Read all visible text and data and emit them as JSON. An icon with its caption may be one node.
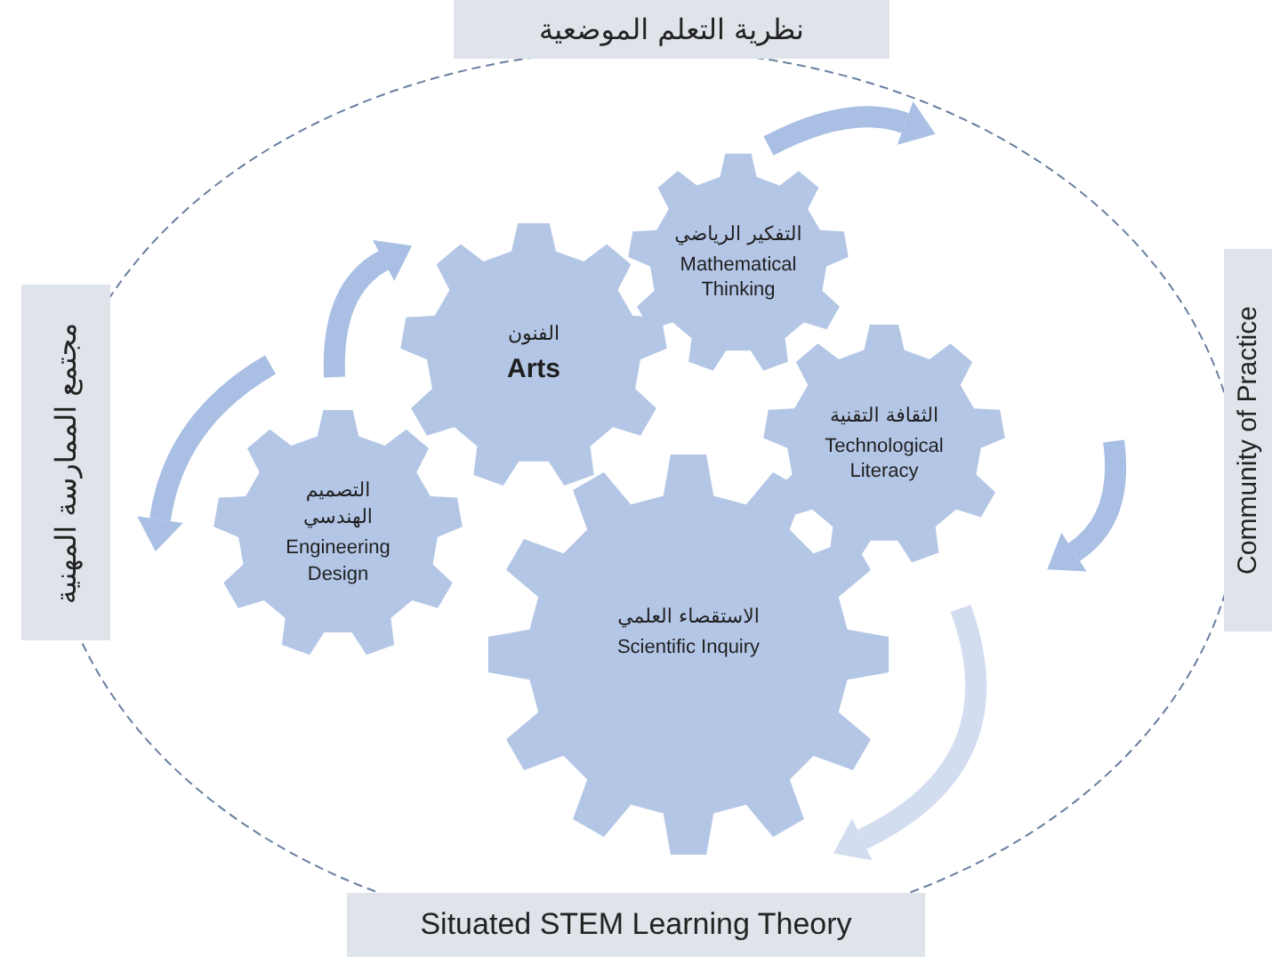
{
  "diagram": {
    "nodes": [
      {
        "text": [
          "نظرية التعلم الموضعية"
        ]
      },
      {
        "text": [
          "مجتمع الممارسة المهنية"
        ]
      },
      {
        "text": [
          "Community of Practice"
        ]
      },
      {
        "text": [
          "التفكير الرياضي",
          "Mathematical Thinking"
        ]
      },
      {
        "text": [
          "الفنون",
          "Arts"
        ]
      },
      {
        "text": [
          "الثقافة التقنية",
          "Technological Literacy"
        ]
      },
      {
        "text": [
          "التصميم الهندسي",
          "Engineering Design"
        ]
      },
      {
        "text": [
          "الاستقصاء العلمي",
          "Scientific Inquiry"
        ]
      },
      {
        "text": [
          "Situated STEM Learning Theory"
        ]
      }
    ]
  }
}
